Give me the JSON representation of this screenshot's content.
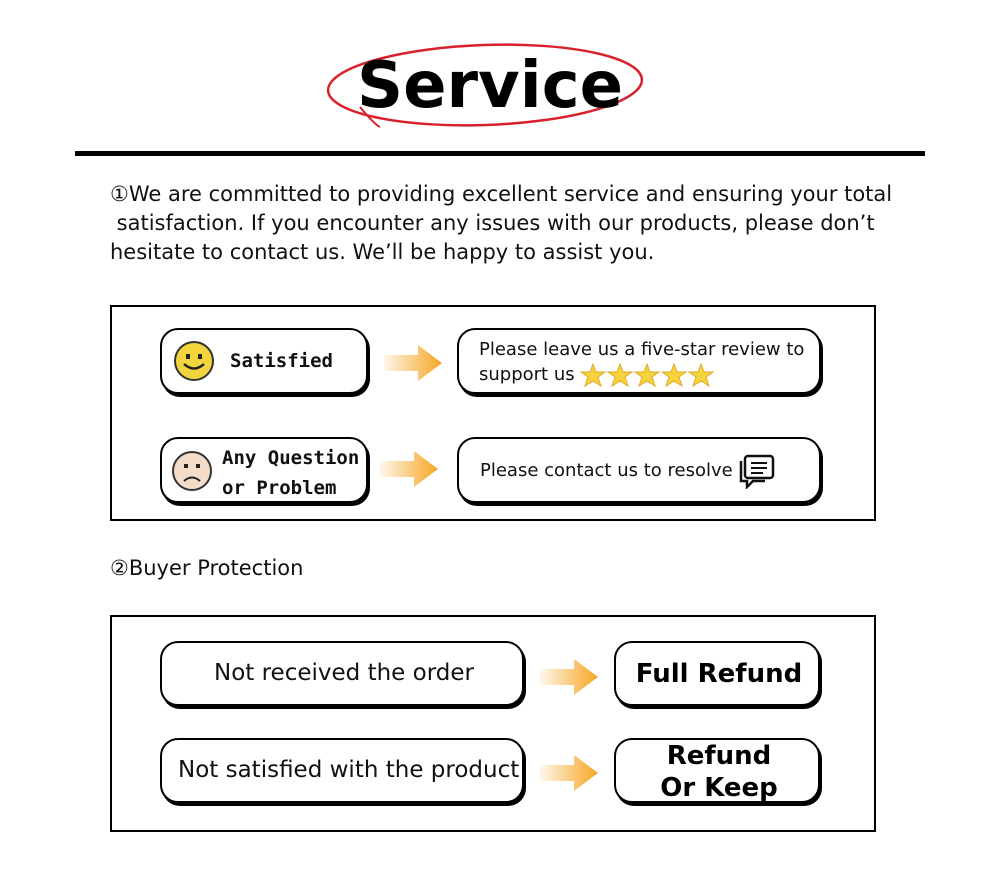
{
  "header": {
    "title": "Service"
  },
  "intro": {
    "lines": [
      "①We are committed to providing excellent service and ensuring your total",
      " satisfaction. If you encounter any issues with our products, please don’t",
      "hesitate to contact us. We’ll be happy to assist you."
    ]
  },
  "feedback": {
    "satisfied": {
      "label": "Satisfied",
      "icon": "smiley-face-icon",
      "message_line1": "Please leave us a five-star review to",
      "message_line2": "support us",
      "stars": 5
    },
    "problem": {
      "label_line1": "Any Question",
      "label_line2": "or Problem",
      "icon": "sad-face-icon",
      "message": "Please contact us to resolve",
      "message_icon": "chat-icon"
    }
  },
  "buyer_protection": {
    "heading": "②Buyer Protection",
    "rows": [
      {
        "condition": "Not received the order",
        "result_line1": "Full Refund",
        "result_line2": ""
      },
      {
        "condition": "Not satisfied with the product",
        "result_line1": "Refund",
        "result_line2": "Or Keep"
      }
    ]
  },
  "colors": {
    "oval": "#d9212b",
    "arrow": "#f6a623",
    "smiley": "#f2d43c",
    "sad_face": "#f3ddc9",
    "star": "#f6d33a"
  }
}
